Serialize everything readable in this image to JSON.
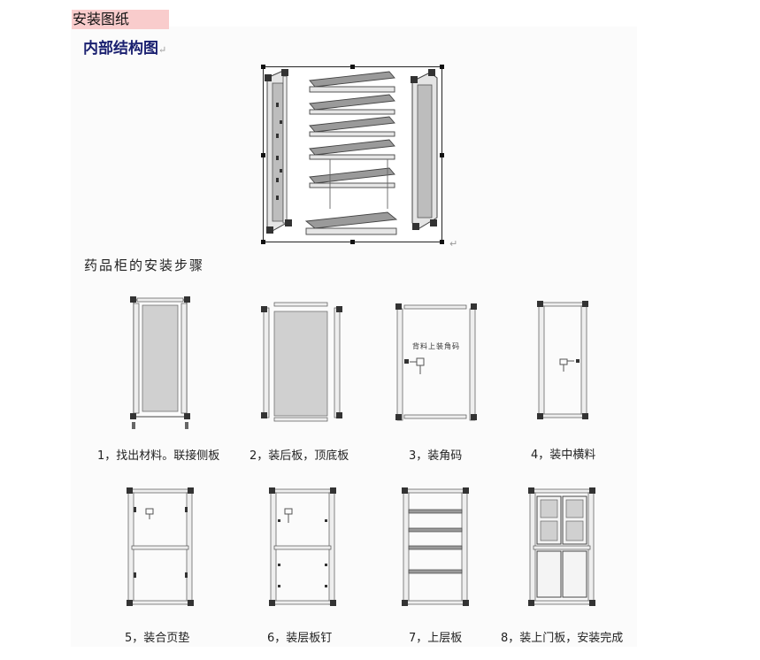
{
  "doc_heading": "安装图纸",
  "section_title": "内部结构图",
  "para_mark": "↵",
  "steps_title": "药品柜的安装步骤",
  "angle_code_note": "背料上装角码",
  "steps": [
    {
      "label": "1，找出材料。联接侧板"
    },
    {
      "label": "2，装后板，顶底板"
    },
    {
      "label": "3，装角码"
    },
    {
      "label": "4，装中横料"
    },
    {
      "label": "5，装合页垫"
    },
    {
      "label": "6，装层板钉"
    },
    {
      "label": "7，上层板"
    },
    {
      "label": "8，装上门板，安装完成"
    }
  ],
  "colors": {
    "heading_highlight": "#f9cccc",
    "section_title": "#1a2070",
    "panel_fill": "#d0d0d0",
    "shelf_fill": "#9a9a9a",
    "frame_stroke": "#444444"
  }
}
